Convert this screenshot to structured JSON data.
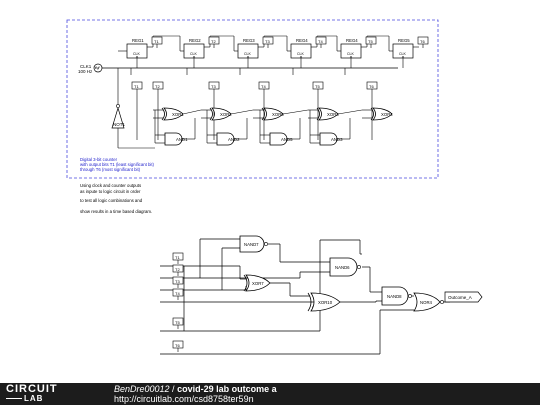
{
  "diagram": {
    "clock": {
      "label": "CLK1",
      "freq": "100 Hz"
    },
    "registers": [
      "REG1",
      "REG2",
      "REG3",
      "REG4",
      "REG4",
      "REG5"
    ],
    "register_clk_label": "CLK",
    "register_outputs": [
      "T1",
      "T2",
      "T3",
      "T4",
      "T5",
      "T6"
    ],
    "probes_row": [
      "T1",
      "T2",
      "T3",
      "T4",
      "T5",
      "T6"
    ],
    "not_gate": "NOT1",
    "xor_gates": [
      "XOR1",
      "XOR2",
      "XOR6",
      "XOR3",
      "XOR4"
    ],
    "and_gates": [
      "AND1",
      "AND2",
      "AND5",
      "AND3"
    ],
    "counter_note": [
      "Digital 3-bit counter",
      "with output bits T1 (least significant bit)",
      "through T6 (most significant bit)"
    ],
    "usage_note": [
      "Using clock and counter outputs",
      "as inpute to logic circuit in order",
      "to test all logic combinations and",
      "show results in a time based diagram."
    ],
    "logic_inputs": [
      "T1",
      "T2",
      "T3",
      "T4",
      "T5",
      "T6"
    ],
    "logic_gates": {
      "nand7": "NAND7",
      "xor7": "XOR7",
      "nand6": "NAND6",
      "xor10": "XOR10",
      "nand8": "NAND8",
      "nor4": "NOR4"
    },
    "output_label": "Outcome_A"
  },
  "footer": {
    "logo_top": "CIRCUIT",
    "logo_bottom": "LAB",
    "author": "BenDre00012",
    "separator": " / ",
    "title": "covid-29 lab outcome a",
    "url": "http://circuitlab.com/csd8758ter59n"
  }
}
